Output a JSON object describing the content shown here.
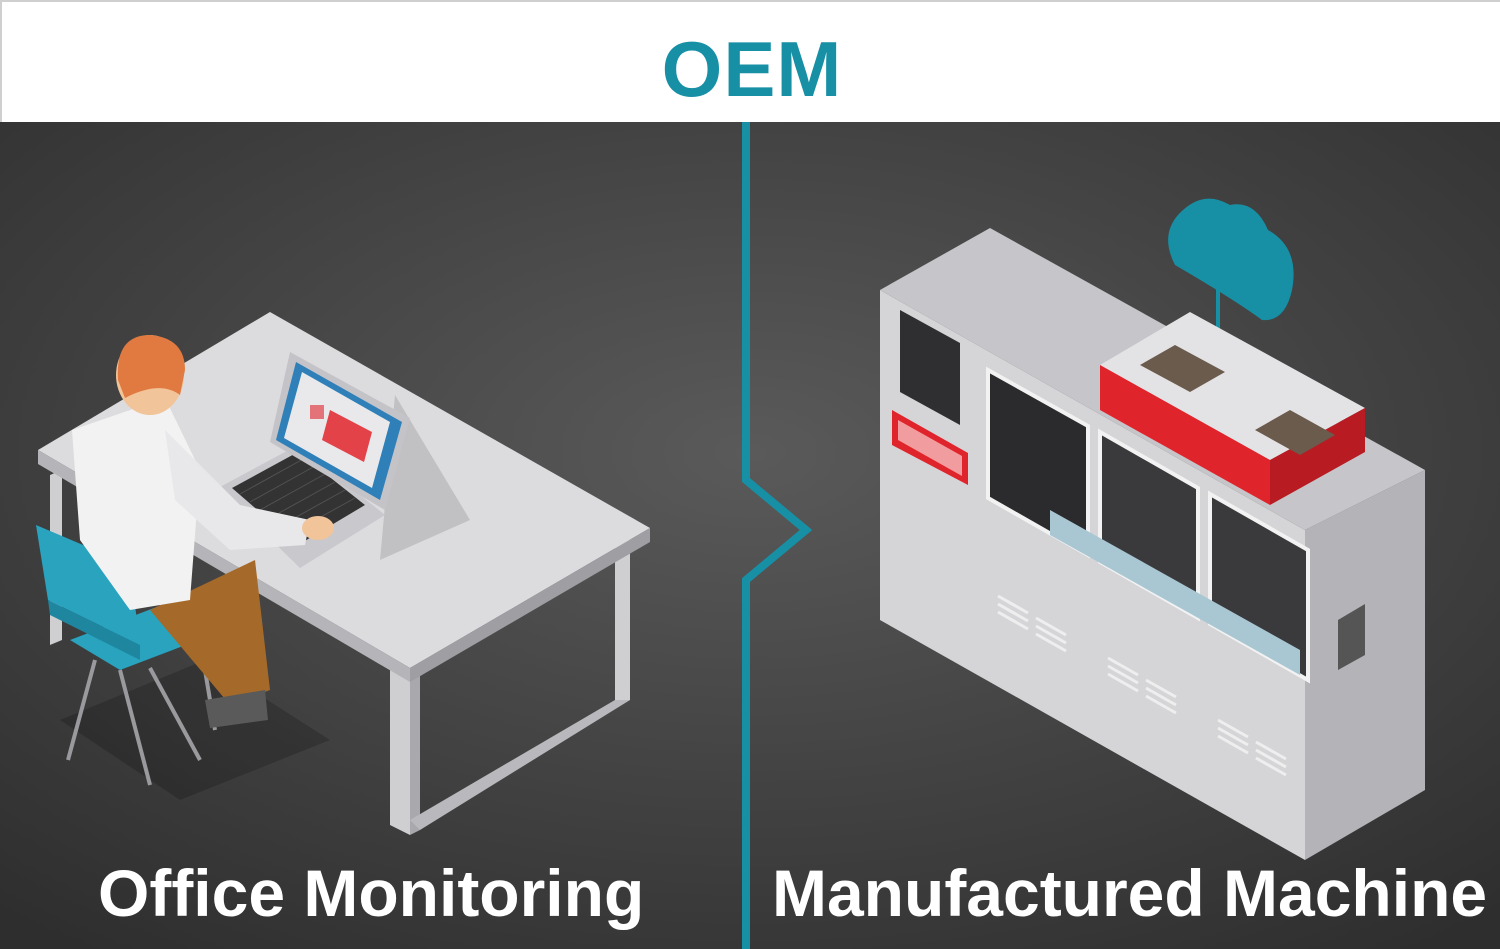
{
  "header": {
    "title": "OEM"
  },
  "left_panel": {
    "label": "Office Monitoring"
  },
  "right_panel": {
    "label": "Manufactured Machine"
  },
  "colors": {
    "accent": "#1790a6",
    "header_bg": "#ffffff",
    "background": "#3c3c3c",
    "machine_red": "#e0242b",
    "chair_blue": "#2aa3bf",
    "hair_orange": "#e07a40"
  }
}
